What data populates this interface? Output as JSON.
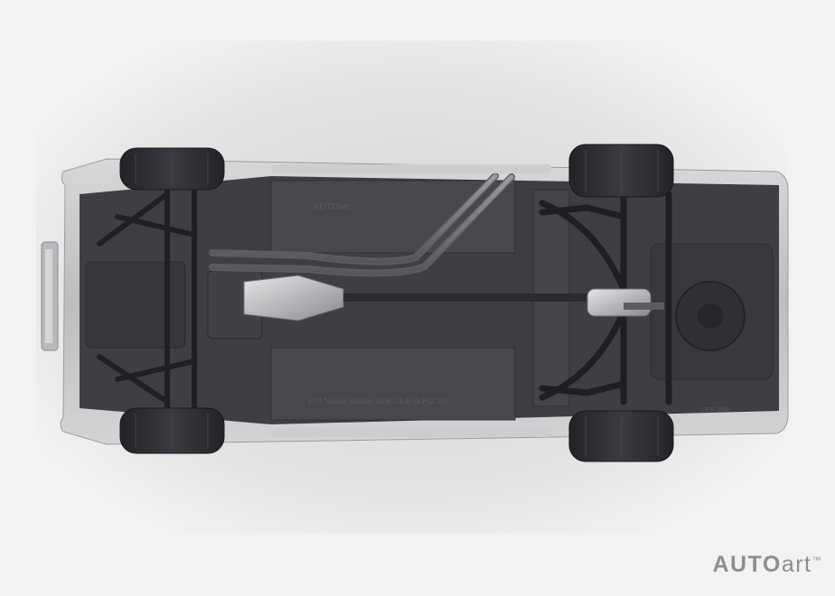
{
  "photo": {
    "subject": "1:18 scale model car underside",
    "floor_stamp_1": "AUTOart",
    "floor_stamp_2": "1/18 Nissan Skyline 2000 GT-R (KPGC10)",
    "rear_stamp": "GT-R 2000",
    "colors": {
      "background": "#f2f2f2",
      "body_silver": "#c9c9cb",
      "chassis": "#3d3e43",
      "tires": "#2c2d31",
      "exhaust": "#7a7a80"
    }
  },
  "watermark": {
    "part1": "AUTO",
    "part2": "art",
    "mark": "™"
  }
}
